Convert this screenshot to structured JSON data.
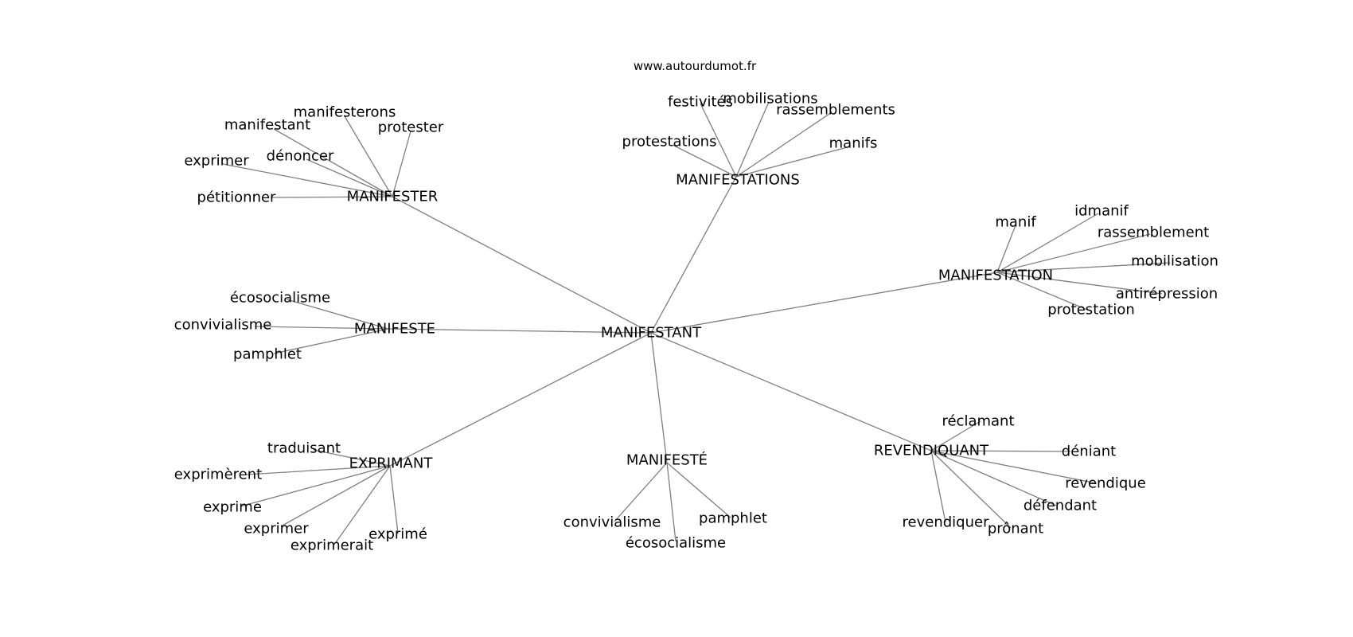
{
  "site": "www.autourdumot.fr",
  "root": "MANIFESTANT",
  "clusters": [
    {
      "id": "manifester",
      "label": "MANIFESTER",
      "leaves": [
        "manifesterons",
        "manifestant",
        "protester",
        "dénoncer",
        "exprimer",
        "pétitionner"
      ]
    },
    {
      "id": "manifestations",
      "label": "MANIFESTATIONS",
      "leaves": [
        "festivités",
        "mobilisations",
        "rassemblements",
        "protestations",
        "manifs"
      ]
    },
    {
      "id": "manifestation",
      "label": "MANIFESTATION",
      "leaves": [
        "manif",
        "idmanif",
        "rassemblement",
        "mobilisation",
        "antirépression",
        "protestation"
      ]
    },
    {
      "id": "manifeste",
      "label": "MANIFESTE",
      "leaves": [
        "écosocialisme",
        "convivialisme",
        "pamphlet"
      ]
    },
    {
      "id": "exprimant",
      "label": "EXPRIMANT",
      "leaves": [
        "traduisant",
        "exprimèrent",
        "exprime",
        "exprimer",
        "exprimerait",
        "exprimé"
      ]
    },
    {
      "id": "manifeste-participe",
      "label": "MANIFESTÉ",
      "leaves": [
        "convivialisme",
        "pamphlet",
        "écosocialisme"
      ]
    },
    {
      "id": "revendiquant",
      "label": "REVENDIQUANT",
      "leaves": [
        "réclamant",
        "déniant",
        "revendique",
        "défendant",
        "revendiquer",
        "prônant"
      ]
    }
  ]
}
